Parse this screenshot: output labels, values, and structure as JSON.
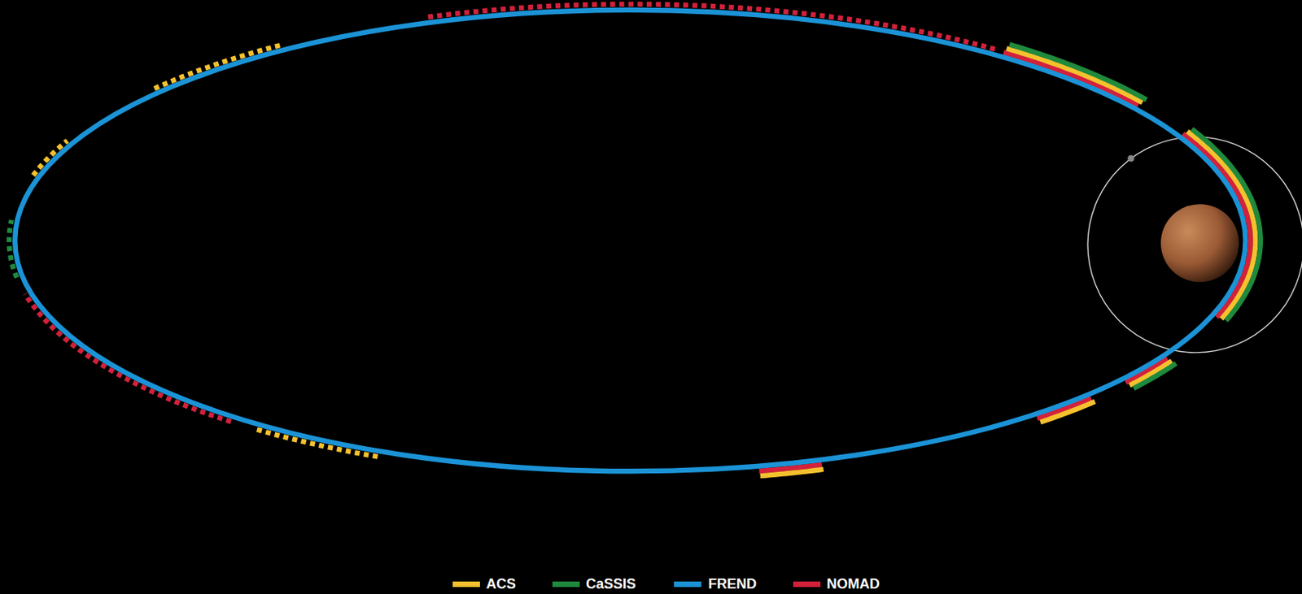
{
  "diagram": {
    "legend": [
      {
        "text": "ACS",
        "color": "#f5c12e"
      },
      {
        "text": "CaSSIS",
        "color": "#1f8a3d"
      },
      {
        "text": "FREND",
        "color": "#1b93d6"
      },
      {
        "text": "NOMAD",
        "color": "#d3213b"
      }
    ]
  }
}
